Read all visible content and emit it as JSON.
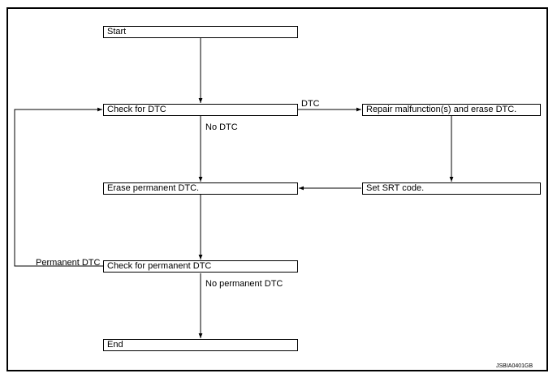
{
  "nodes": {
    "start": "Start",
    "check_dtc": "Check for DTC",
    "repair": "Repair malfunction(s) and erase DTC.",
    "erase_permanent": "Erase permanent DTC.",
    "set_srt": "Set SRT code.",
    "check_permanent": "Check for permanent DTC",
    "end": "End"
  },
  "edges": {
    "dtc": "DTC",
    "no_dtc": "No DTC",
    "permanent_dtc": "Permanent DTC",
    "no_permanent_dtc": "No permanent DTC"
  },
  "figure_code": "JSBIA0401GB"
}
